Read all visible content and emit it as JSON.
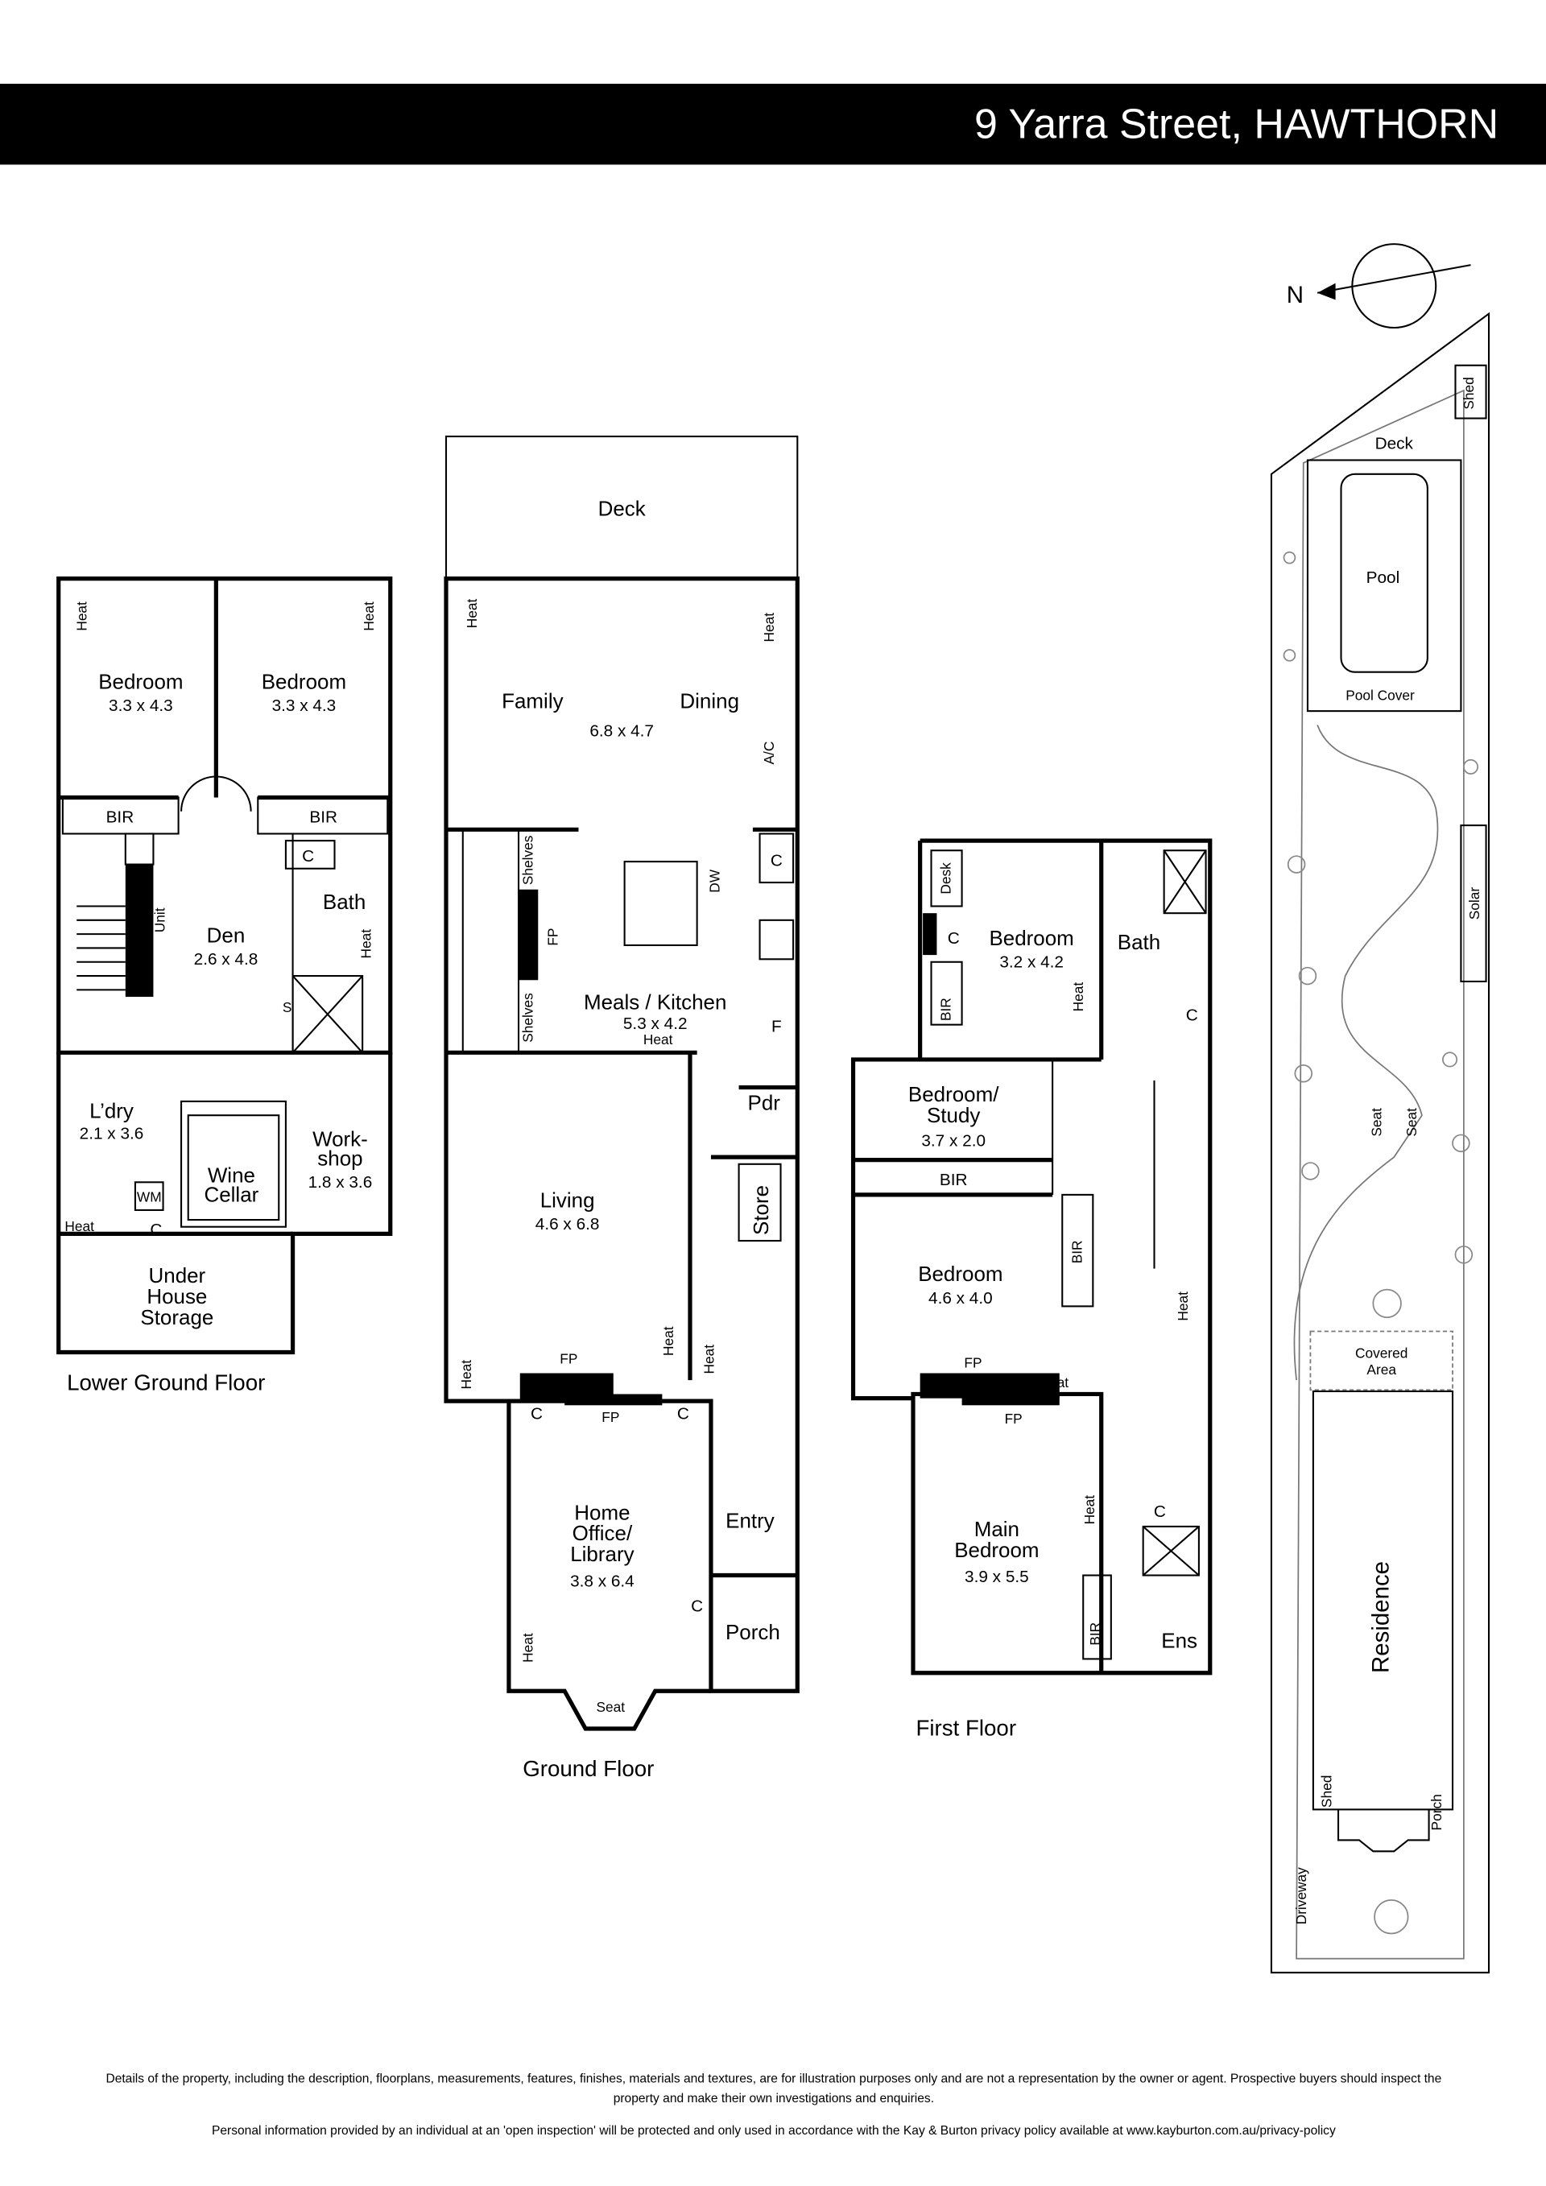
{
  "header": {
    "title": "9 Yarra Street, HAWTHORN",
    "bg_color": "#000000",
    "text_color": "#ffffff"
  },
  "lower_ground": {
    "title": "Lower Ground Floor",
    "rooms": [
      {
        "name": "Bedroom",
        "size": "3.3 x 4.3"
      },
      {
        "name": "Bedroom",
        "size": "3.3 x 4.3"
      },
      {
        "name": "Den",
        "size": "2.6 x 4.8"
      },
      {
        "name": "L’dry",
        "size": "2.1 x 3.6"
      },
      {
        "name": "Work-",
        "name2": "shop",
        "size": "1.8 x 3.6"
      }
    ],
    "labels": {
      "bir": "BIR",
      "c": "C",
      "bath": "Bath",
      "heat": "Heat",
      "unit": "Unit",
      "s": "S",
      "wm": "WM",
      "wine1": "Wine",
      "wine2": "Cellar",
      "under1": "Under",
      "under2": "House",
      "under3": "Storage"
    }
  },
  "ground": {
    "title": "Ground Floor",
    "labels": {
      "deck": "Deck",
      "family": "Family",
      "dining": "Dining",
      "family_size": "6.8 x 4.7",
      "heat": "Heat",
      "ac": "A/C",
      "shelves": "Shelves",
      "fp": "FP",
      "dw": "DW",
      "c": "C",
      "f": "F",
      "meals": "Meals / Kitchen",
      "meals_size": "5.3 x 4.2",
      "pdr": "Pdr",
      "store": "Store",
      "living": "Living",
      "living_size": "4.6 x 6.8",
      "office1": "Home",
      "office2": "Office/",
      "office3": "Library",
      "office_size": "3.8 x 6.4",
      "entry": "Entry",
      "porch": "Porch",
      "seat": "Seat"
    }
  },
  "first": {
    "title": "First Floor",
    "labels": {
      "desk": "Desk",
      "c": "C",
      "bir": "BIR",
      "bedroom": "Bedroom",
      "bed1_size": "3.2 x 4.2",
      "bath": "Bath",
      "heat": "Heat",
      "study1": "Bedroom/",
      "study2": "Study",
      "study_size": "3.7 x 2.0",
      "bed2_size": "4.6 x 4.0",
      "fp": "FP",
      "main1": "Main",
      "main2": "Bedroom",
      "main_size": "3.9 x 5.5",
      "ens": "Ens"
    }
  },
  "site": {
    "compass": "N",
    "labels": {
      "shed": "Shed",
      "deck": "Deck",
      "pool": "Pool",
      "pool_cover": "Pool Cover",
      "solar": "Solar",
      "seat": "Seat",
      "covered1": "Covered",
      "covered2": "Area",
      "residence": "Residence",
      "porch": "Porch",
      "driveway": "Driveway"
    }
  },
  "footer": {
    "line1": "Details of the property, including the description, floorplans, measurements, features, finishes, materials and textures, are for illustration purposes only and are not a representation by the owner or agent.  Prospective buyers should inspect the",
    "line2": "property and make their own investigations and enquiries.",
    "line3": "Personal information provided by an individual at an 'open inspection' will be protected and only used in accordance with the Kay & Burton privacy policy available at www.kayburton.com.au/privacy-policy"
  }
}
